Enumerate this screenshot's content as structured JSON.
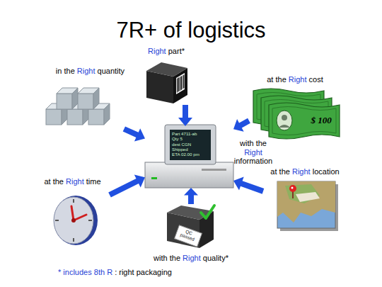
{
  "diagram": {
    "title": "7R+ of logistics",
    "nodes": [
      {
        "text": [
          "Right part*"
        ]
      },
      {
        "text": [
          "in the Right quantity"
        ]
      },
      {
        "text": [
          "at the Right cost",
          "$ 100"
        ]
      },
      {
        "text": [
          "with the Right information",
          "Part 4711-ab",
          "Qty 5",
          "dest CGN",
          "Shipped",
          "ETA 02.00 pm"
        ]
      },
      {
        "text": [
          "at the Right location"
        ]
      },
      {
        "text": [
          "at the Right time"
        ]
      },
      {
        "text": [
          "with the Right quality*",
          "QC passed"
        ]
      }
    ],
    "edges": [
      {
        "from": 0,
        "to": 3,
        "arrow": "to"
      },
      {
        "from": 1,
        "to": 3,
        "arrow": "to"
      },
      {
        "from": 2,
        "to": 3,
        "arrow": "to"
      },
      {
        "from": 4,
        "to": 3,
        "arrow": "to"
      },
      {
        "from": 5,
        "to": 3,
        "arrow": "to"
      },
      {
        "from": 6,
        "to": 3,
        "arrow": "to"
      }
    ],
    "labels": [
      "* includes 8th R : right packaging"
    ]
  }
}
